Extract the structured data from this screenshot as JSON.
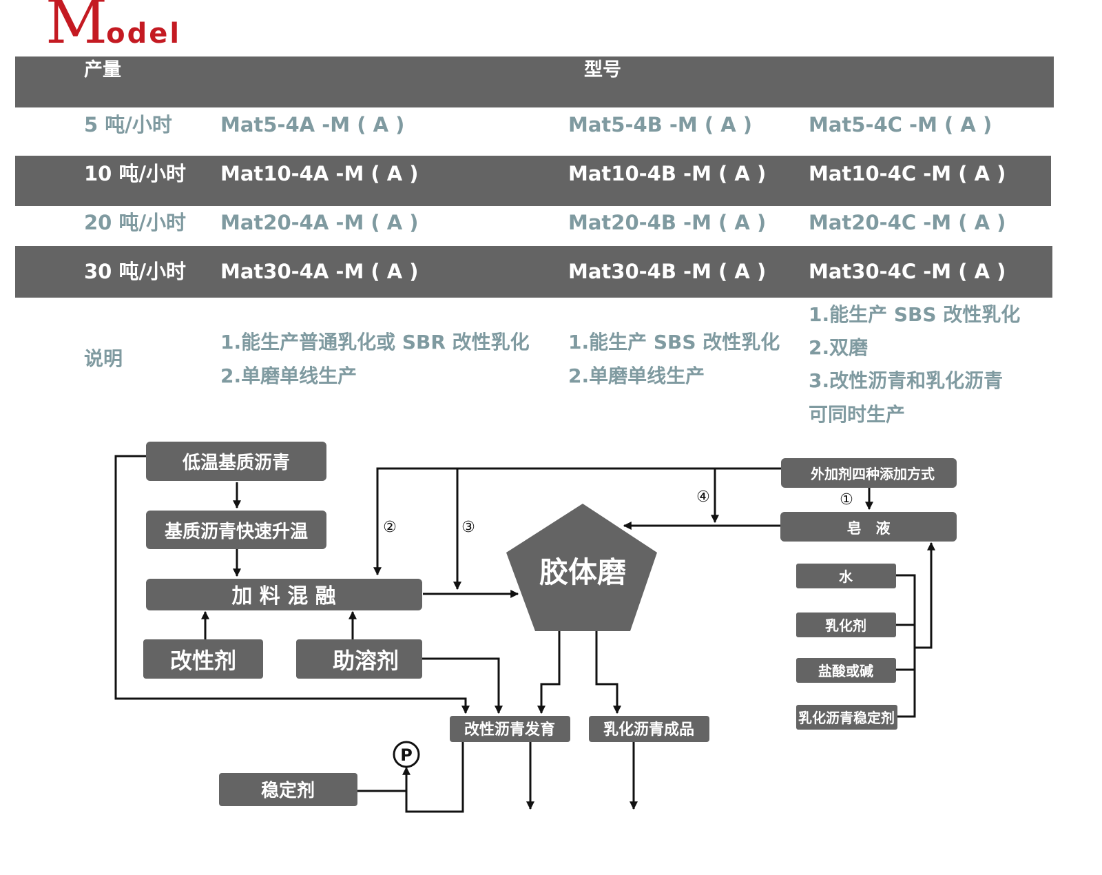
{
  "logo": {
    "initial": "M",
    "rest": "odel",
    "color": "#c41a22"
  },
  "table": {
    "header": {
      "capacity": "产量",
      "model": "型号"
    },
    "rows": [
      {
        "capacity": "5 吨/小时",
        "a": "Mat5-4A -M ( A )",
        "b": "Mat5-4B -M ( A )",
        "c": "Mat5-4C -M ( A )"
      },
      {
        "capacity": "10 吨/小时",
        "a": "Mat10-4A -M ( A )",
        "b": "Mat10-4B -M ( A )",
        "c": "Mat10-4C -M ( A )"
      },
      {
        "capacity": "20 吨/小时",
        "a": "Mat20-4A -M ( A )",
        "b": "Mat20-4B -M ( A )",
        "c": "Mat20-4C -M ( A )"
      },
      {
        "capacity": "30 吨/小时",
        "a": "Mat30-4A -M ( A )",
        "b": "Mat30-4B -M ( A )",
        "c": "Mat30-4C -M ( A )"
      }
    ],
    "desc": {
      "label": "说明",
      "a": [
        "1.能生产普通乳化或 SBR 改性乳化",
        "2.单磨单线生产"
      ],
      "b": [
        "1.能生产 SBS 改性乳化",
        "2.单磨单线生产"
      ],
      "c": [
        "1.能生产 SBS 改性乳化",
        "2.双磨",
        "3.改性沥青和乳化沥青",
        "可同时生产"
      ]
    }
  },
  "diagram": {
    "nodes": {
      "low_temp": "低温基质沥青",
      "fast_heat": "基质沥青快速升温",
      "mixing": "加 料 混 融",
      "modifier": "改性剂",
      "solvent": "助溶剂",
      "mill": "胶体磨",
      "additive_modes": "外加剂四种添加方式",
      "soap": "皂　液",
      "water": "水",
      "emulsifier": "乳化剂",
      "acid_base": "盐酸或碱",
      "stabilizer_emul": "乳化沥青稳定剂",
      "modified_dev": "改性沥青发育",
      "emul_product": "乳化沥青成品",
      "stabilizer": "稳定剂",
      "pump": "P"
    },
    "labels": {
      "one": "①",
      "two": "②",
      "three": "③",
      "four": "④"
    },
    "colors": {
      "node": "#646464",
      "line": "#111111"
    }
  }
}
